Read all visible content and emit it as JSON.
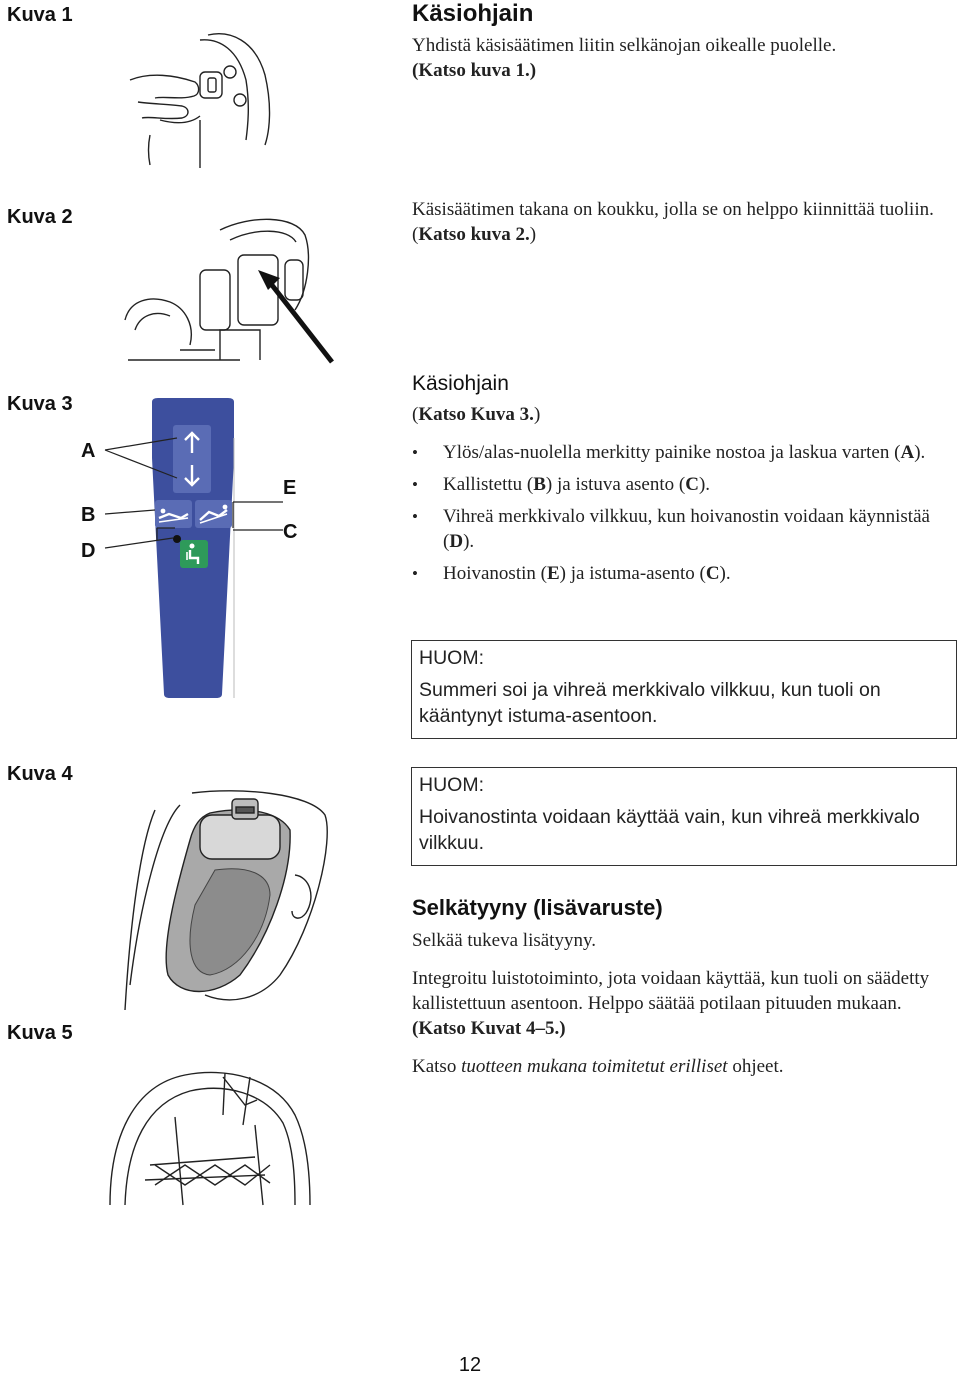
{
  "figures": {
    "kuva1": "Kuva 1",
    "kuva2": "Kuva 2",
    "kuva3": "Kuva 3",
    "kuva4": "Kuva 4",
    "kuva5": "Kuva 5"
  },
  "callouts": {
    "a": "A",
    "b": "B",
    "c": "C",
    "d": "D",
    "e": "E"
  },
  "section1": {
    "title": "Käsiohjain",
    "p1": "Yhdistä käsisäätimen liitin selkänojan oikealle puolelle.",
    "p1_ref": "(Katso kuva 1.)",
    "p2": "Käsisäätimen takana on koukku, jolla se on helppo kiinnittää tuoliin.",
    "p2_ref_open": "(",
    "p2_ref": "Katso kuva 2.",
    "p2_ref_close": ")"
  },
  "section2": {
    "title": "Käsiohjain",
    "ref_open": "(",
    "ref": "Katso Kuva 3.",
    "ref_close": ")",
    "bullets": [
      {
        "pre": "Ylös/alas-nuolella merkitty painike nostoa ja laskua varten (",
        "k1": "A",
        "post": ")."
      },
      {
        "pre": "Kallistettu (",
        "k1": "B",
        "mid": ") ja istuva asento (",
        "k2": "C",
        "post": ")."
      },
      {
        "pre": "Vihreä merkkivalo vilkkuu, kun hoivanostin voidaan käynnistää (",
        "k1": "D",
        "post": ")."
      },
      {
        "pre": "Hoivanostin (",
        "k1": "E",
        "mid": ") ja istuma-asento (",
        "k2": "C",
        "post": ")."
      }
    ]
  },
  "note1": {
    "label": "HUOM:",
    "text": "Summeri soi ja vihreä merkkivalo vilkkuu, kun tuoli on kääntynyt istuma-asentoon."
  },
  "note2": {
    "label": "HUOM:",
    "text": "Hoivanostinta voidaan käyttää vain, kun vihreä merkkivalo vilkkuu."
  },
  "section3": {
    "title": "Selkätyyny (lisävaruste)",
    "p1": "Selkää tukeva lisätyyny.",
    "p2": "Integroitu luistotoiminto, jota voidaan käyttää, kun tuoli on säädetty kallistettuun asentoon. Helppo säätää potilaan pituuden mukaan.",
    "p2_ref": "(Katso Kuvat 4–5.)",
    "p3_pre": "Katso",
    "p3_italic": "tuotteen mukana toimitetut erilliset",
    "p3_post": "ohjeet."
  },
  "page_number": "12",
  "colors": {
    "remote_blue": "#3d4f9e",
    "remote_button": "#5a6cb5",
    "indicator_green": "#2e9a5a"
  },
  "icons": [
    "arrow-up-icon",
    "arrow-down-icon",
    "recline-icon",
    "sit-icon",
    "lift-icon"
  ]
}
